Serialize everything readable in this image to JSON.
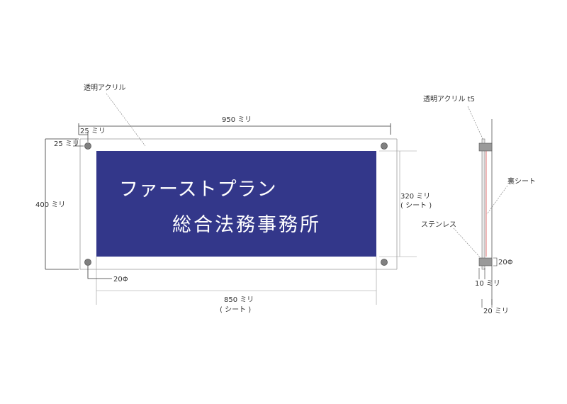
{
  "front_view": {
    "callout_material": "透明アクリル",
    "sign_line1": "ファーストプラン",
    "sign_line2": "総合法務事務所",
    "dim_width_total": "950 ミリ",
    "dim_corner_x": "25 ミリ",
    "dim_corner_y": "25 ミリ",
    "dim_height_total": "400 ミリ",
    "dim_sheet_height": "320 ミリ",
    "dim_sheet_height_note": "( シート )",
    "dim_sheet_width": "850 ミリ",
    "dim_sheet_width_note": "( シート )",
    "hole_diameter": "20Φ"
  },
  "side_view": {
    "callout_material": "透明アクリル t5",
    "callout_back_sheet": "裏シート",
    "callout_standoff": "ステンレス",
    "standoff_diameter": "20Φ",
    "standoff_length": "10 ミリ",
    "standoff_offset": "20 ミリ"
  },
  "colors": {
    "sign_panel": "#33378a",
    "dimension_line": "#555555",
    "back_sheet_line": "#e07070",
    "screw": "#808080"
  }
}
